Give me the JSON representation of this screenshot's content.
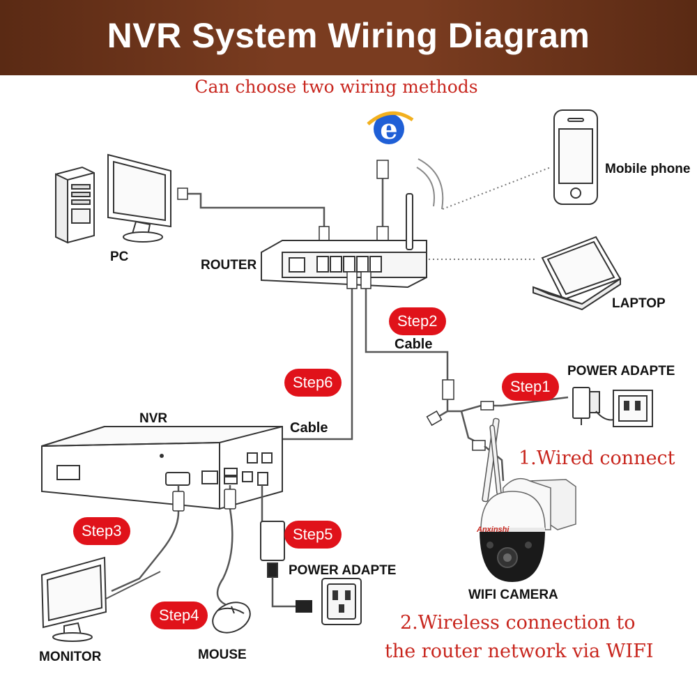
{
  "title": "NVR System Wiring Diagram",
  "subtitle": "Can choose two wiring methods",
  "devices": {
    "pc": "PC",
    "router": "ROUTER",
    "mobile_phone": "Mobile phone",
    "laptop": "LAPTOP",
    "nvr": "NVR",
    "monitor": "MONITOR",
    "mouse": "MOUSE",
    "power_adapter_camera": "POWER ADAPTE",
    "power_adapter_nvr": "POWER ADAPTE",
    "wifi_camera": "WIFI CAMERA",
    "camera_brand": "Anxinshi"
  },
  "cables": {
    "router_camera": "Cable",
    "router_nvr": "Cable"
  },
  "steps": {
    "step1": "Step1",
    "step2": "Step2",
    "step3": "Step3",
    "step4": "Step4",
    "step5": "Step5",
    "step6": "Step6"
  },
  "methods": {
    "wired": "1.Wired connect",
    "wireless_line1": "2.Wireless connection to",
    "wireless_line2": "the router network via WIFI"
  },
  "colors": {
    "banner": "#6b3219",
    "accent_red": "#c8261e",
    "step_badge": "#e0121a",
    "ie_blue": "#1f5fd6"
  }
}
